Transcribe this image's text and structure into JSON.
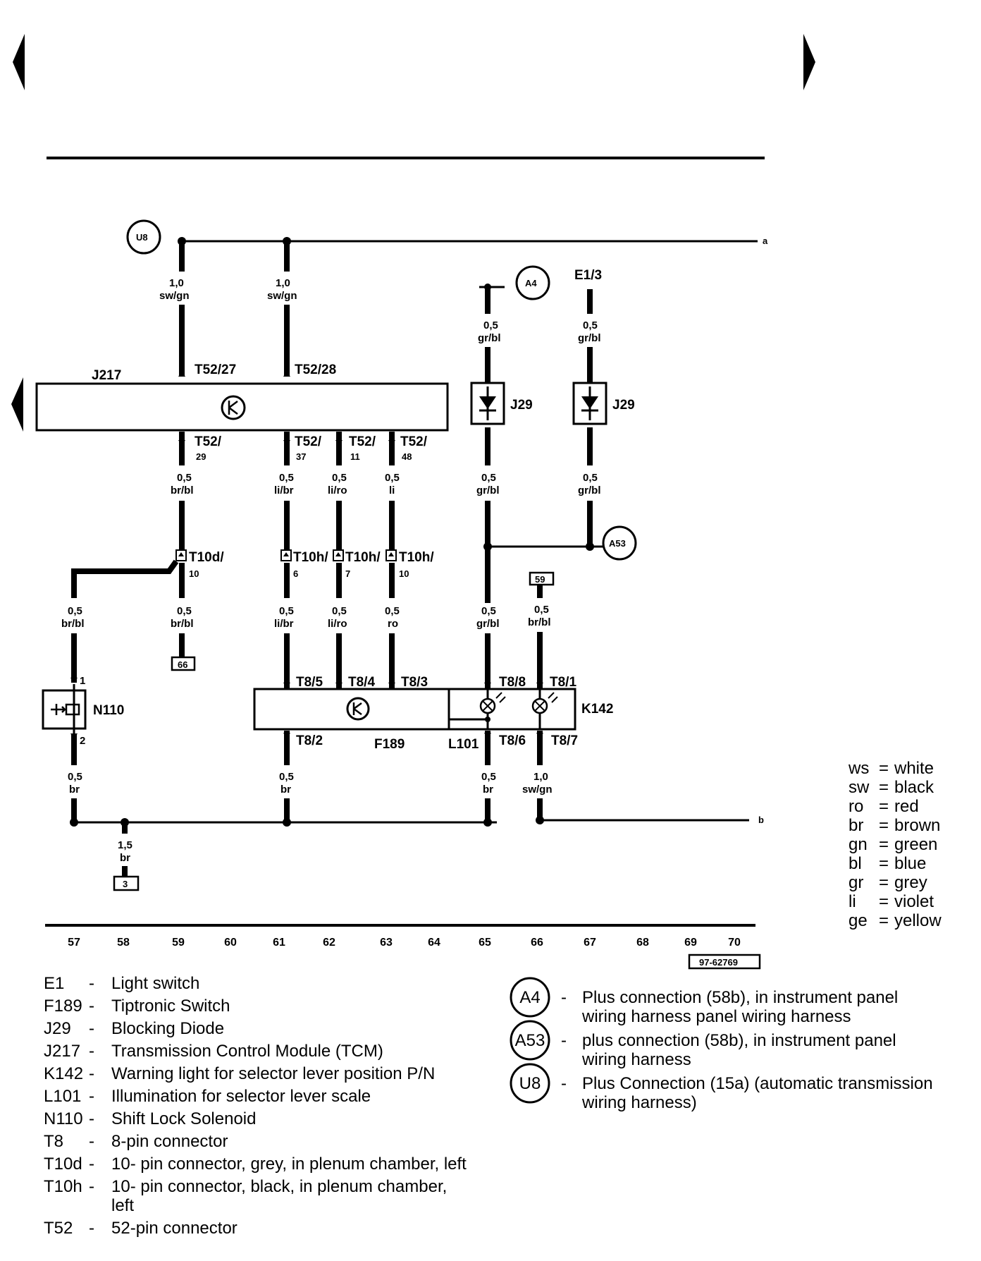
{
  "doc_number": "97-62769",
  "wire_end_labels": {
    "a": "a",
    "b": "b"
  },
  "track_numbers": [
    "57",
    "58",
    "59",
    "60",
    "61",
    "62",
    "63",
    "64",
    "65",
    "66",
    "67",
    "68",
    "69",
    "70"
  ],
  "connections": {
    "U8": "U8",
    "A4": "A4",
    "A53": "A53",
    "E1_3": "E1/3"
  },
  "components": {
    "J217": "J217",
    "J29": "J29",
    "N110": "N110",
    "F189": "F189",
    "L101": "L101",
    "K142": "K142"
  },
  "pins": {
    "t52_27": "T52/27",
    "t52_28": "T52/28",
    "t52_29": "T52/29",
    "t52_37": "T52/37",
    "t52_11": "T52/11",
    "t52_48": "T52/48",
    "t10d_10": "T10d/10",
    "t10h_6": "T10h/6",
    "t10h_7": "T10h/7",
    "t10h_10": "T10h/10",
    "t8_5": "T8/5",
    "t8_4": "T8/4",
    "t8_3": "T8/3",
    "t8_8": "T8/8",
    "t8_1": "T8/1",
    "t8_2": "T8/2",
    "t8_6": "T8/6",
    "t8_7": "T8/7",
    "n110_1": "1",
    "n110_2": "2"
  },
  "wires": {
    "w59_top": [
      "1,0",
      "sw/gn"
    ],
    "w61_top": [
      "1,0",
      "sw/gn"
    ],
    "w65_top": [
      "0,5",
      "gr/bl"
    ],
    "w67_top": [
      "0,5",
      "gr/bl"
    ],
    "w59_mid": [
      "0,5",
      "br/bl"
    ],
    "w61_mid": [
      "0,5",
      "li/br"
    ],
    "w62_mid": [
      "0,5",
      "li/ro"
    ],
    "w63_mid": [
      "0,5",
      "li"
    ],
    "w65_mid": [
      "0,5",
      "gr/bl"
    ],
    "w67_mid": [
      "0,5",
      "gr/bl"
    ],
    "w57_low": [
      "0,5",
      "br/bl"
    ],
    "w59_low": [
      "0,5",
      "br/bl"
    ],
    "w61_low": [
      "0,5",
      "li/br"
    ],
    "w62_low": [
      "0,5",
      "li/ro"
    ],
    "w63_low": [
      "0,5",
      "ro"
    ],
    "w65_low": [
      "0,5",
      "gr/bl"
    ],
    "w66_low": [
      "0,5",
      "br/bl"
    ],
    "w57_bot": [
      "0,5",
      "br"
    ],
    "w61_bot": [
      "0,5",
      "br"
    ],
    "w65_bot": [
      "0,5",
      "br"
    ],
    "w66_bot": [
      "1,0",
      "sw/gn"
    ],
    "w58_gnd": [
      "1,5",
      "br"
    ]
  },
  "refs": {
    "r66": "66",
    "r59": "59",
    "r3": "3"
  },
  "color_key": [
    {
      "code": "ws",
      "name": "white"
    },
    {
      "code": "sw",
      "name": "black"
    },
    {
      "code": "ro",
      "name": "red"
    },
    {
      "code": "br",
      "name": "brown"
    },
    {
      "code": "gn",
      "name": "green"
    },
    {
      "code": "bl",
      "name": "blue"
    },
    {
      "code": "gr",
      "name": "grey"
    },
    {
      "code": "li",
      "name": "violet"
    },
    {
      "code": "ge",
      "name": "yellow"
    }
  ],
  "legend_left": [
    {
      "code": "E1",
      "desc": [
        "Light switch"
      ]
    },
    {
      "code": "F189 -",
      "desc": [
        "Tiptronic Switch"
      ]
    },
    {
      "code": "J29",
      "desc": [
        "Blocking Diode"
      ]
    },
    {
      "code": "J217 -",
      "desc": [
        "Transmission Control Module (TCM)"
      ]
    },
    {
      "code": "K142 -",
      "desc": [
        "Warning light for selector lever position P/N"
      ]
    },
    {
      "code": "L101",
      "desc": [
        "Illumination for selector lever scale"
      ]
    },
    {
      "code": "N110 -",
      "desc": [
        "Shift Lock Solenoid"
      ]
    },
    {
      "code": "T8",
      "desc": [
        "8-pin connector"
      ]
    },
    {
      "code": "T10d -",
      "desc": [
        "10- pin connector, grey,  in plenum chamber, left"
      ]
    },
    {
      "code": "T10h -",
      "desc": [
        "10- pin connector, black,  in plenum chamber,",
        "left"
      ]
    },
    {
      "code": "T52",
      "desc": [
        "52-pin connector"
      ]
    }
  ],
  "legend_right": [
    {
      "code": "A4",
      "desc": [
        "Plus connection (58b), in instrument panel",
        "wiring harness panel wiring harness"
      ]
    },
    {
      "code": "A53",
      "desc": [
        "plus connection (58b), in instrument panel",
        "wiring harness"
      ]
    },
    {
      "code": "U8",
      "desc": [
        "Plus Connection (15a) (automatic transmission",
        "wiring harness)"
      ]
    }
  ],
  "colors": {
    "ink": "#000000",
    "paper": "#ffffff"
  }
}
